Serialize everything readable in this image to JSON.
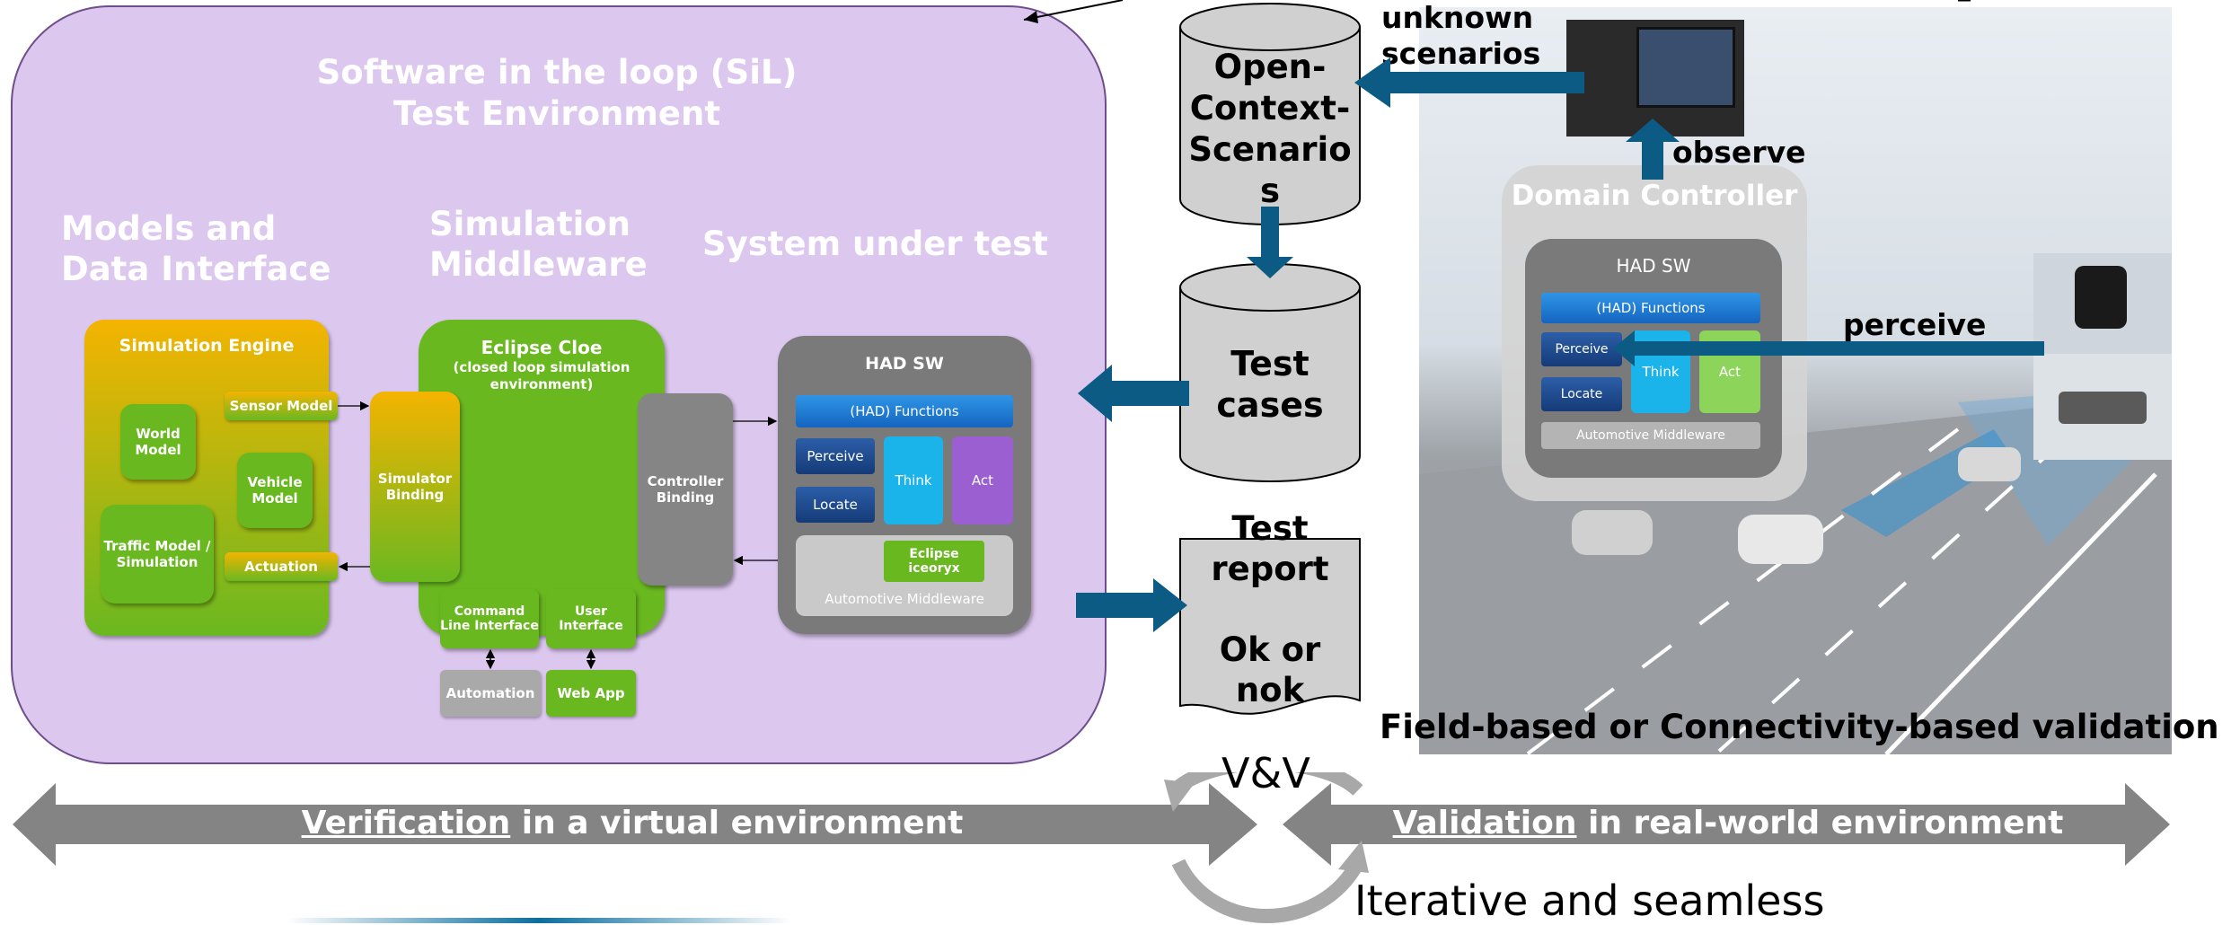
{
  "sil": {
    "title_line1": "Software in the loop (SiL)",
    "title_line2": "Test Environment",
    "col1_line1": "Models and",
    "col1_line2": "Data Interface",
    "col2_line1": "Simulation",
    "col2_line2": "Middleware",
    "col3": "System under test"
  },
  "sim_engine": {
    "title": "Simulation Engine",
    "world_model": "World Model",
    "vehicle_model": "Vehicle Model",
    "traffic_model": "Traffic Model / Simulation",
    "sensor_model": "Sensor Model",
    "actuation": "Actuation"
  },
  "cloe": {
    "title": "Eclipse Cloe",
    "subtitle": "(closed loop simulation environment)",
    "simulator_binding": "Simulator Binding",
    "controller_binding": "Controller Binding",
    "cli": "Command Line Interface",
    "ui": "User Interface",
    "automation": "Automation",
    "webapp": "Web App"
  },
  "had_left": {
    "title": "HAD SW",
    "functions": "(HAD) Functions",
    "perceive": "Perceive",
    "locate": "Locate",
    "think": "Think",
    "act": "Act",
    "iceoryx": "Eclipse iceoryx",
    "middleware": "Automotive Middleware"
  },
  "center": {
    "unknown_line1": "unknown",
    "unknown_line2": "scenarios",
    "openctx": [
      "Open-",
      "Context-",
      "Scenario",
      "s"
    ],
    "testcases": [
      "Test",
      "cases"
    ],
    "report": [
      "Test",
      "report",
      "",
      "Ok or",
      "nok"
    ]
  },
  "right": {
    "observe": "observe",
    "domain_controller": "Domain Controller",
    "perceive_label": "perceive",
    "field_validation": "Field-based or Connectivity-based validation",
    "had": {
      "title": "HAD SW",
      "functions": "(HAD) Functions",
      "perceive": "Perceive",
      "locate": "Locate",
      "think": "Think",
      "act": "Act",
      "middleware": "Automotive Middleware"
    }
  },
  "bottom": {
    "verification_word": "Verification",
    "verification_rest": " in a virtual environment",
    "validation_word": "Validation",
    "validation_rest": " in real-world environment",
    "vv": "V&V",
    "iterative": "Iterative and seamless"
  },
  "colors": {
    "panel_purple": "#dcc7ee",
    "cloe_green": "#6ab820",
    "sim_orange": "#f4b400",
    "had_gray": "#7a7a7a",
    "navy": "#1c4a8c",
    "cyan": "#1ab3ea",
    "violet": "#9b5fd2",
    "arrow_teal": "#0c5b84",
    "arrow_gray": "#8a8a8a"
  }
}
